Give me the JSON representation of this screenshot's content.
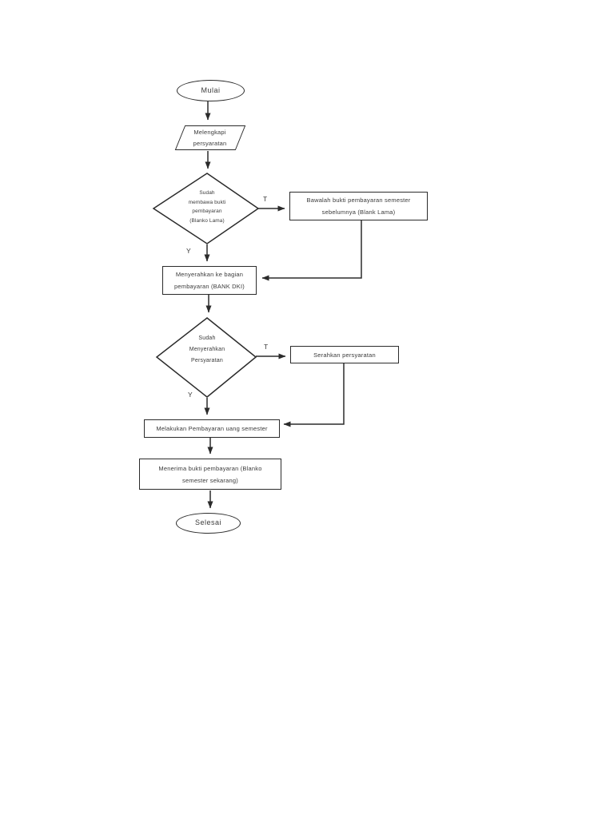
{
  "flowchart": {
    "type": "flowchart",
    "colors": {
      "line": "#2b2b2b",
      "text": "#3a3a3a",
      "background": "#ffffff"
    },
    "nodes": {
      "start": {
        "shape": "oval",
        "label": "Mulai"
      },
      "melengkapi": {
        "shape": "parallelogram",
        "lines": [
          "Melengkapi",
          "persyaratan"
        ]
      },
      "decision_bukti": {
        "shape": "diamond",
        "lines": [
          "Sudah",
          "membawa bukti",
          "pembayaran",
          "(Blanko Lama)"
        ]
      },
      "bawalah": {
        "shape": "rect",
        "lines": [
          "Bawalah bukti pembayaran semester",
          "sebelumnya (Blank Lama)"
        ]
      },
      "menyerahkan": {
        "shape": "rect",
        "lines": [
          "Menyerahkan ke bagian",
          "pembayaran (BANK DKI)"
        ]
      },
      "decision_persyaratan": {
        "shape": "diamond",
        "lines": [
          "Sudah",
          "Menyerahkan",
          "Persyaratan"
        ]
      },
      "serahkan": {
        "shape": "rect",
        "label": "Serahkan persyaratan"
      },
      "melakukan": {
        "shape": "rect",
        "label": "Melakukan Pembayaran uang semester"
      },
      "menerima": {
        "shape": "rect",
        "lines": [
          "Menerima bukti pembayaran (Blanko",
          "semester sekarang)"
        ]
      },
      "end": {
        "shape": "oval",
        "label": "Selesai"
      }
    },
    "branches": {
      "decision_bukti_true": "T",
      "decision_bukti_false": "Y",
      "decision_persyaratan_true": "T",
      "decision_persyaratan_false": "Y"
    }
  }
}
